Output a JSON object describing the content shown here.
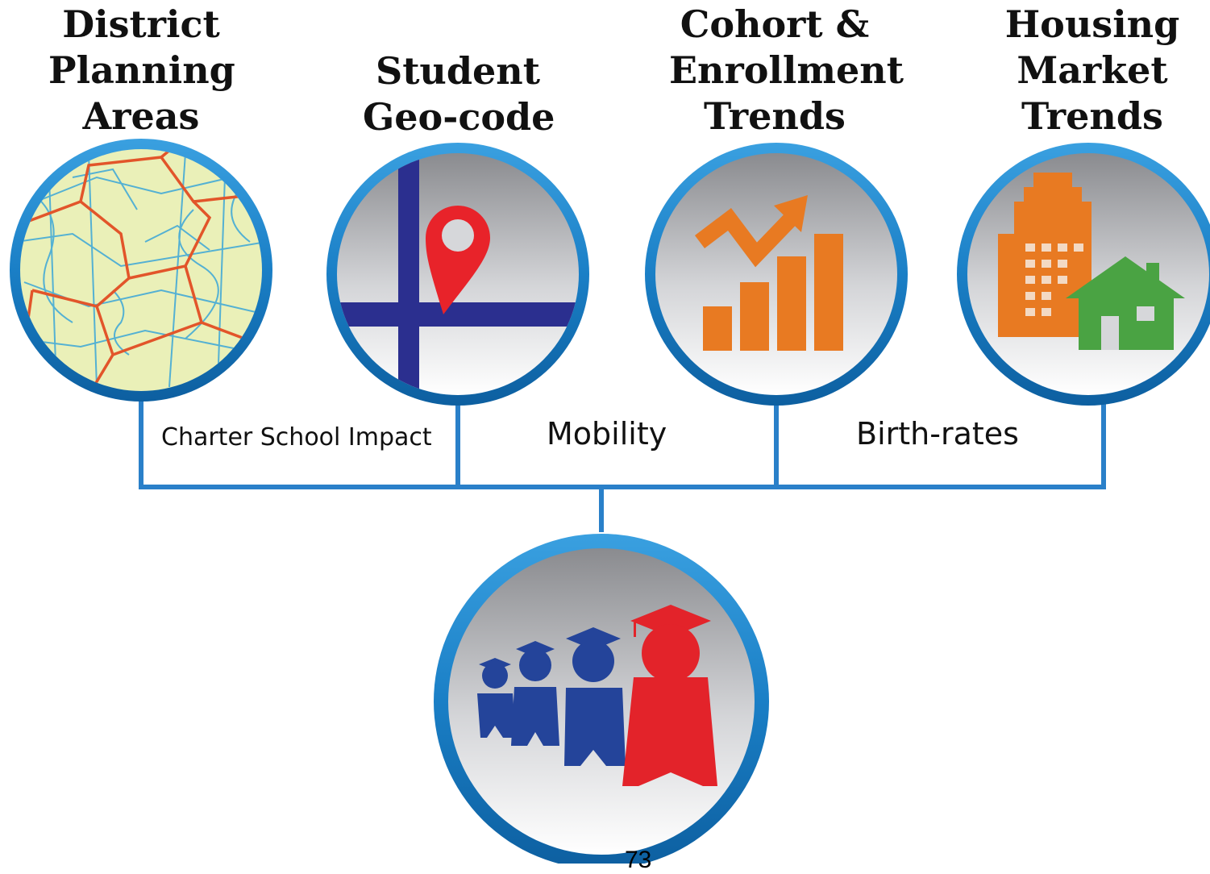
{
  "headings": {
    "district_planning_areas": [
      "District",
      "Planning",
      "Areas"
    ],
    "student_geocode": [
      "Student",
      "Geo-code"
    ],
    "cohort_enrollment_trends": [
      "Cohort &",
      "Enrollment",
      "Trends"
    ],
    "housing_market_trends": [
      "Housing",
      "Market",
      "Trends"
    ]
  },
  "connector_labels": {
    "charter_school_impact": "Charter School Impact",
    "mobility": "Mobility",
    "birth_rates": "Birth-rates"
  },
  "page_number": "73",
  "colors": {
    "ring_blue": "#1a7fc6",
    "connector_blue": "#2a80c9",
    "map_fill": "#eaf0b8",
    "map_roads": "#3aa6d8",
    "map_boundaries": "#e2552a",
    "geocode_street": "#2b2f8f",
    "geocode_pin": "#e8232a",
    "chart_orange": "#e87a22",
    "house_green": "#4aa343",
    "student_blue": "#24449a",
    "student_red": "#e3232a"
  },
  "icons": [
    "map-icon",
    "location-pin-icon",
    "growth-chart-icon",
    "buildings-house-icon",
    "graduates-icon"
  ]
}
